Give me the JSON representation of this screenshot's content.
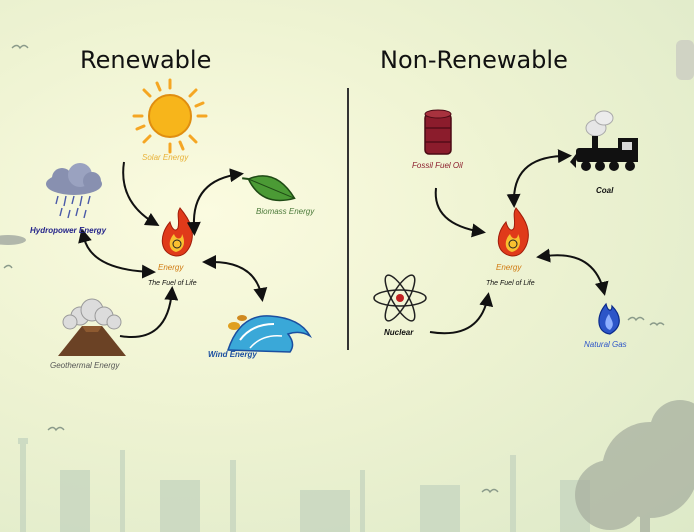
{
  "renewable": {
    "title": "Renewable",
    "center_label": "Energy",
    "center_sub": "The Fuel of Life",
    "sources": {
      "solar": "Solar Energy",
      "biomass": "Biomass Energy",
      "hydropower": "Hydropower Energy",
      "geothermal": "Geothermal Energy",
      "wind": "Wind Energy"
    }
  },
  "nonrenewable": {
    "title": "Non-Renewable",
    "center_label": "Energy",
    "center_sub": "The Fuel of Life",
    "sources": {
      "oil": "Fossil Fuel Oil",
      "coal": "Coal",
      "nuclear": "Nuclear",
      "gas": "Natural Gas"
    }
  },
  "colors": {
    "solar": "#f5a623",
    "biomass": "#3b8a2a",
    "hydropower": "#24248a",
    "geothermal": "#555555",
    "wind": "#1b4fa0",
    "oil": "#8b1c2c",
    "gas": "#2c55c8",
    "flame": "#e03a1a"
  }
}
